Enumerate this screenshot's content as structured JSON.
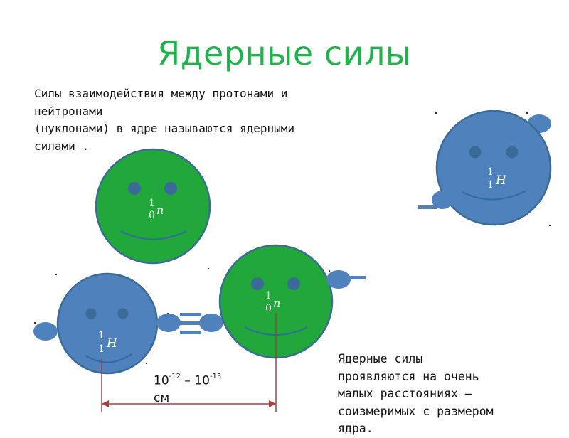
{
  "title": "Ядерные силы",
  "intro_lines": [
    "Силы взаимодействия между протонами и",
    "нейтронами",
    "(нуклонами) в ядре называются ядерными",
    "силами ."
  ],
  "note_lines": [
    "Ядерные силы",
    "проявляются на очень",
    "малых расстояниях –",
    "соизмеримых с размером",
    "ядра."
  ],
  "distance": {
    "a": "10",
    "a_exp": "-12",
    "dash": " – ",
    "b": "10",
    "b_exp": "-13",
    "unit": "см"
  },
  "labels": {
    "proton_symbol": "H",
    "neutron_symbol": "n",
    "proton_mass": "1",
    "proton_charge": "1",
    "neutron_mass": "1",
    "neutron_charge": "0"
  },
  "colors": {
    "title": "#22b14c",
    "proton": "#4f81bd",
    "neutron": "#22a83a",
    "outline": "#3a6a96",
    "arrow": "#a04040"
  }
}
